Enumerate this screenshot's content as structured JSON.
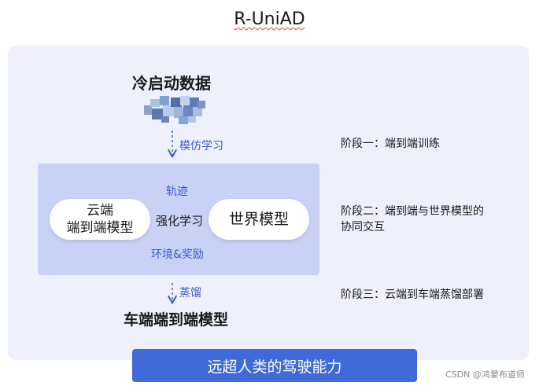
{
  "title": "R-UniAD",
  "input": {
    "label": "冷启动数据"
  },
  "arrows": {
    "top_label": "模仿学习",
    "loop_top_label": "轨迹",
    "loop_bottom_label": "环境&奖励",
    "bottom_label": "蒸馏"
  },
  "models": {
    "cloud_line1": "云端",
    "cloud_line2": "端到端模型",
    "center_label": "强化学习",
    "world": "世界模型"
  },
  "output": {
    "label": "车端端到端模型"
  },
  "stages": [
    {
      "line1": "阶段一：端到端训练",
      "line2": ""
    },
    {
      "line1": "阶段二：端到端与世界模型的",
      "line2": "协同交互"
    },
    {
      "line1": "阶段三：云端到车端蒸馏部署",
      "line2": ""
    }
  ],
  "goal": {
    "label": "远超人类的驾驶能力"
  },
  "watermark": "CSDN @鸿蒙布道师",
  "colors": {
    "accent_blue": "#3f6ad8",
    "arrow_blue": "#3a5bc7",
    "panel_bg": "#eef1fb",
    "inner_box": "#c9d2f5"
  },
  "icons": [
    "pixelated-data-icon",
    "arrow-down-icon",
    "curved-arrow-icon"
  ]
}
